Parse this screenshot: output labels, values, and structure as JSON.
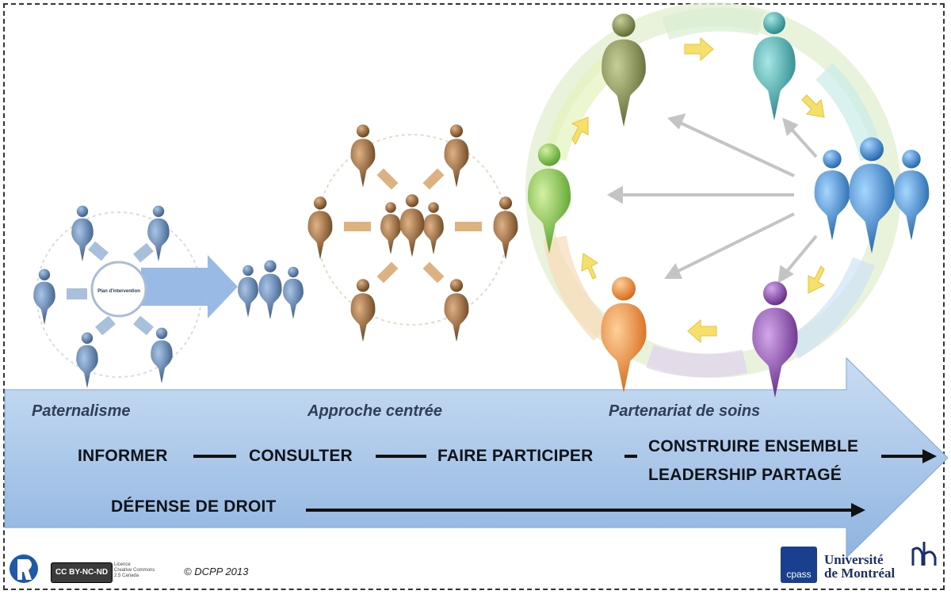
{
  "phases": {
    "paternalisme": "Paternalisme",
    "approche": "Approche centrée",
    "partenariat": "Partenariat de soins"
  },
  "steps": {
    "informer": "INFORMER",
    "consulter": "CONSULTER",
    "faire_participer": "FAIRE PARTICIPER",
    "construire": "CONSTRUIRE ENSEMBLE",
    "leadership": "LEADERSHIP PARTAGÉ",
    "defense": "DÉFENSE DE DROIT"
  },
  "hub_label": "Plan d'intervention",
  "footer": {
    "license_line1": "Licence",
    "license_line2": "Creative Commons",
    "license_line3": "2.5 Canada",
    "cc_badge": "CC BY-NC-ND",
    "copyright": "© DCPP 2013",
    "cpass": "cpass",
    "university_line1": "Université",
    "university_line2": "de Montréal"
  },
  "colors": {
    "arrow_blue": "#a9c8ea",
    "paternalism_blue": "#4a6f9c",
    "approach_brown": "#7a4b22",
    "green": "#79b83a",
    "olive": "#6f7d3a",
    "teal": "#3aa9ad",
    "blue": "#2c7fc7",
    "purple": "#7c3a9c",
    "orange": "#e7821d"
  }
}
